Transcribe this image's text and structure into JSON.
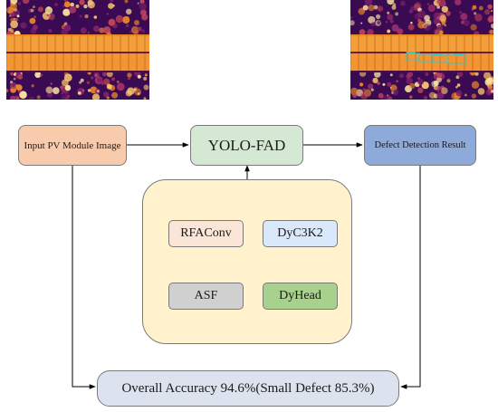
{
  "input_box": {
    "label": "Input PV Module Image",
    "color": "#f8cbad"
  },
  "model_box": {
    "label": "YOLO-FAD",
    "color": "#d5e8d4"
  },
  "output_box": {
    "label": "Defect Detection Result",
    "color": "#8eaadb"
  },
  "modules_panel": {
    "color": "#fff2cc"
  },
  "modules": {
    "rfaconv": {
      "label": "RFAConv",
      "color": "#fbe5d6"
    },
    "dyc3k2": {
      "label": "DyC3K2",
      "color": "#dae8fc"
    },
    "asf": {
      "label": "ASF",
      "color": "#d0d0d0"
    },
    "dyhead": {
      "label": "DyHead",
      "color": "#a9d18e"
    }
  },
  "accuracy_box": {
    "label": "Overall Accuracy 94.6%(Small Defect 85.3%)",
    "color": "#dde3ee"
  }
}
